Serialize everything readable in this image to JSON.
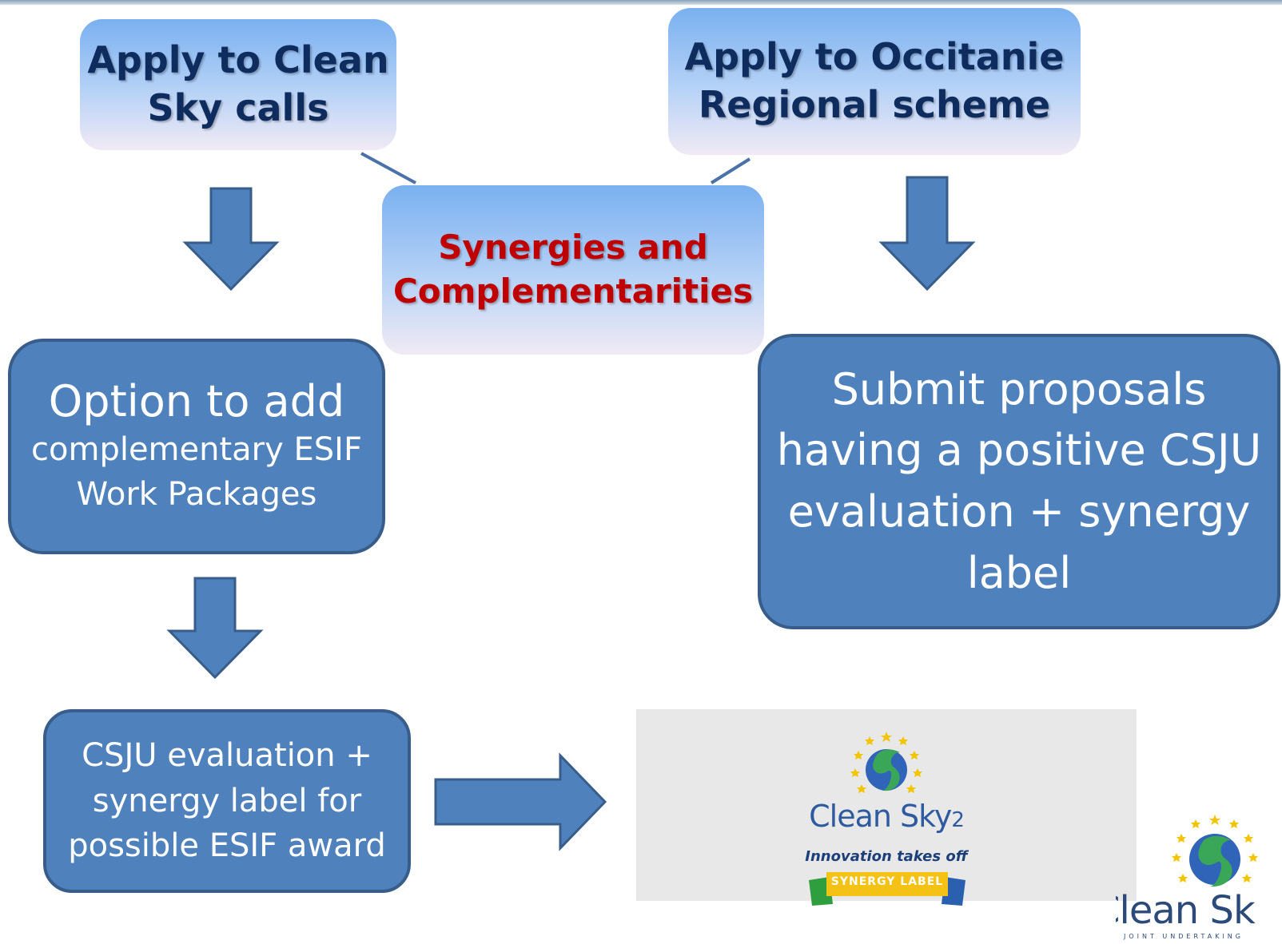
{
  "boxes": {
    "clean_sky": {
      "line1": "Apply to Clean",
      "line2": "Sky calls"
    },
    "occitanie": {
      "line1": "Apply to Occitanie",
      "line2": "Regional scheme"
    },
    "synergies": {
      "line1": "Synergies and",
      "line2": "Complementarities"
    },
    "option": {
      "line1": "Option to add",
      "line2": "complementary ESIF",
      "line3": "Work Packages"
    },
    "submit": {
      "line1": "Submit proposals",
      "line2": "having a positive CSJU",
      "line3": "evaluation + synergy",
      "line4": "label"
    },
    "csju": {
      "line1": "CSJU evaluation +",
      "line2": "synergy label for",
      "line3": "possible ESIF award"
    }
  },
  "logo_panel": {
    "wordmark": "Clean Sky",
    "wordmark_suffix": "2",
    "tagline": "Innovation takes off",
    "ribbon": "SYNERGY LABEL"
  },
  "corner_logo": {
    "wordmark": "Clean Sk",
    "subtitle": "JOINT UNDERTAKING"
  },
  "colors": {
    "box_fill": "#4f81bd",
    "box_border": "#385d8a",
    "title_text": "#0f2c5e",
    "synergy_text": "#c00000"
  }
}
